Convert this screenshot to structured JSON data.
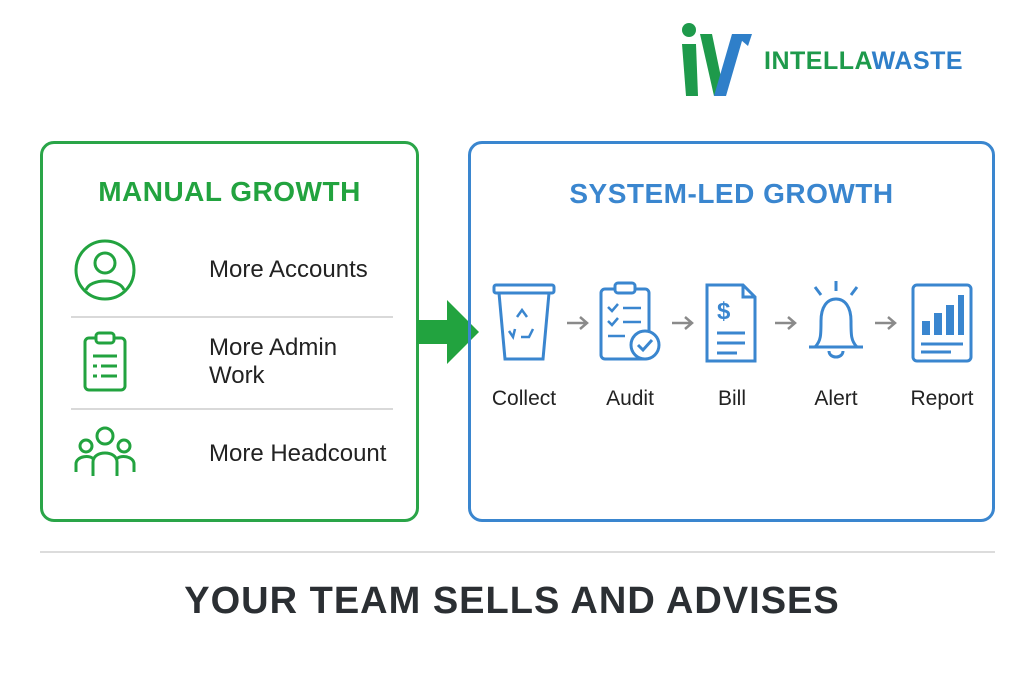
{
  "brand": {
    "name_part1": "INTELLA",
    "name_part2": "WASTE",
    "green": "#1e9a4b",
    "blue": "#2f7fc9"
  },
  "manual": {
    "title": "MANUAL GROWTH",
    "color": "#22a33f",
    "items": [
      {
        "icon": "user-icon",
        "label": "More Accounts"
      },
      {
        "icon": "clipboard-icon",
        "label": "More Admin Work"
      },
      {
        "icon": "people-icon",
        "label": "More Headcount"
      }
    ]
  },
  "system": {
    "title": "SYSTEM-LED GROWTH",
    "color": "#3a86cf",
    "steps": [
      {
        "icon": "recycle-bin-icon",
        "label": "Collect"
      },
      {
        "icon": "checklist-icon",
        "label": "Audit"
      },
      {
        "icon": "invoice-icon",
        "label": "Bill"
      },
      {
        "icon": "bell-icon",
        "label": "Alert"
      },
      {
        "icon": "bar-chart-icon",
        "label": "Report"
      }
    ]
  },
  "tagline": "YOUR TEAM SELLS AND ADVISES"
}
